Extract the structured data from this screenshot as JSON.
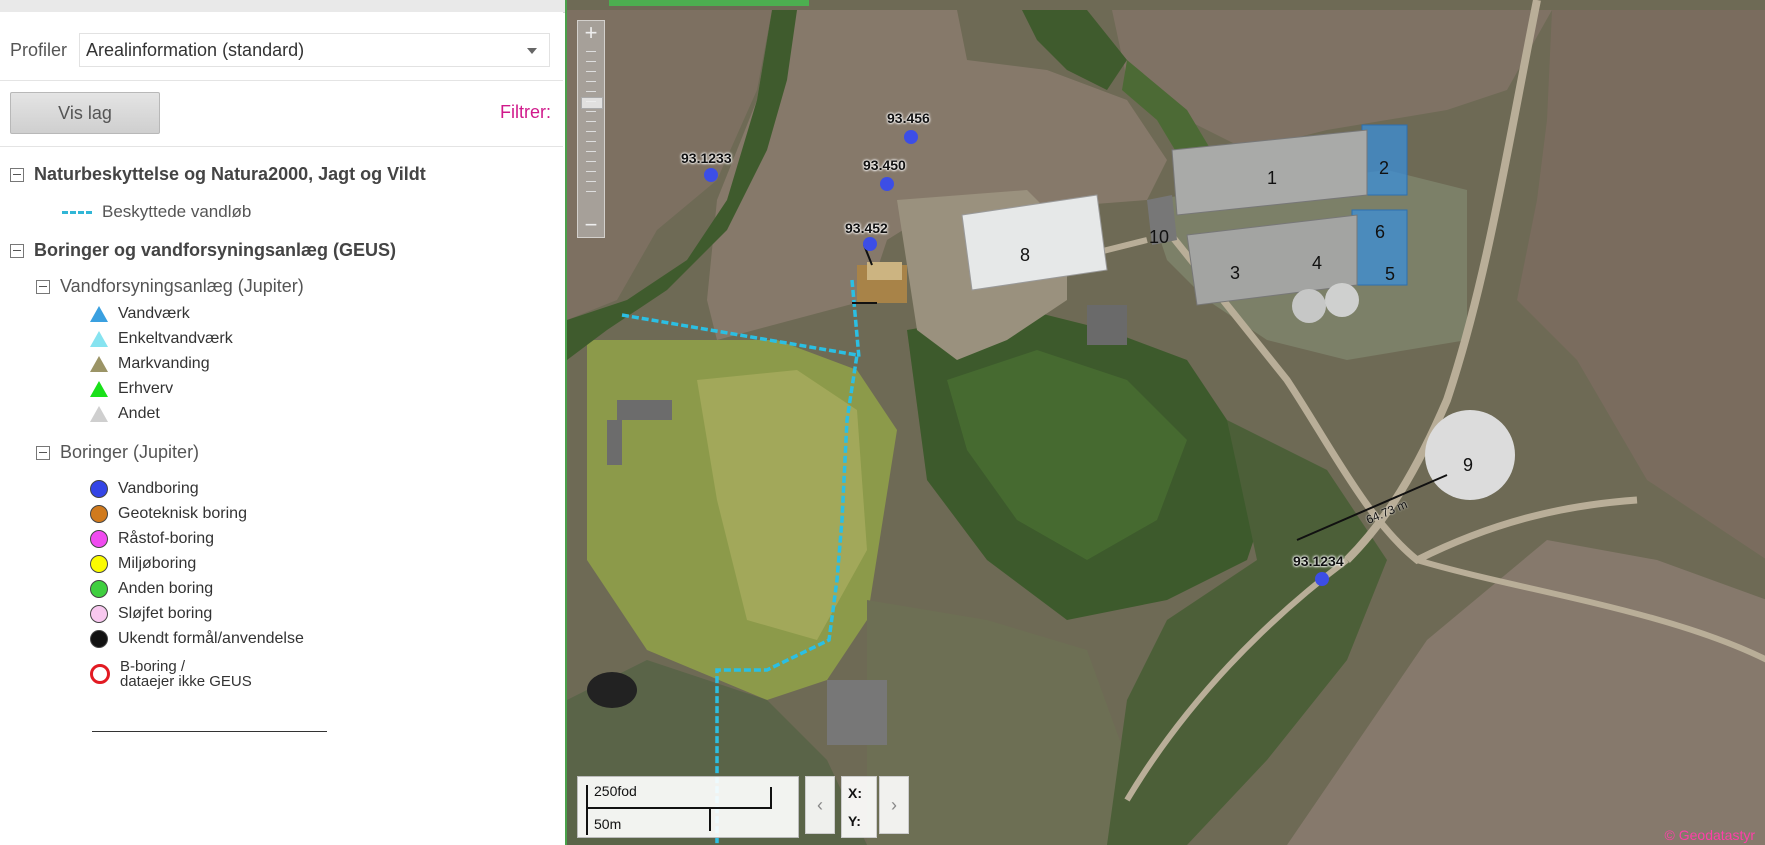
{
  "panel": {
    "profile_label": "Profiler",
    "profile_value": "Arealinformation (standard)",
    "vis_lag_label": "Vis lag",
    "filter_label": "Filtrer:",
    "groups": {
      "natur": {
        "title": "Naturbeskyttelse og Natura2000, Jagt og Vildt",
        "items": [
          "Beskyttede vandløb"
        ]
      },
      "boringer_geus": {
        "title": "Boringer og vandforsyningsanlæg (GEUS)",
        "vandforsyning": {
          "title": "Vandforsyningsanlæg (Jupiter)",
          "items": [
            {
              "label": "Vandværk",
              "color": "#3aa0e0"
            },
            {
              "label": "Enkeltvandværk",
              "color": "#86e3f0"
            },
            {
              "label": "Markvanding",
              "color": "#9b9466"
            },
            {
              "label": "Erhverv",
              "color": "#19e019"
            },
            {
              "label": "Andet",
              "color": "#cfcfcf"
            }
          ]
        },
        "boringer": {
          "title": "Boringer (Jupiter)",
          "items": [
            {
              "label": "Vandboring",
              "color": "#3445e6"
            },
            {
              "label": "Geoteknisk boring",
              "color": "#d07a1d"
            },
            {
              "label": "Råstof-boring",
              "color": "#f04bf0"
            },
            {
              "label": "Miljøboring",
              "color": "#fbfb00"
            },
            {
              "label": "Anden boring",
              "color": "#3fcf3f"
            },
            {
              "label": "Sløjfet boring",
              "color": "#f8c8ef"
            },
            {
              "label": "Ukendt formål/anvendelse",
              "color": "#111111"
            }
          ],
          "b_boring_line1": "B-boring /",
          "b_boring_line2": "dataejer ikke GEUS",
          "b_boring_color": "#e21b23"
        }
      }
    }
  },
  "map": {
    "zoom_in": "+",
    "zoom_out": "−",
    "wells": {
      "w1233": "93.1233",
      "w456": "93.456",
      "w450": "93.450",
      "w452": "93.452",
      "w1234": "93.1234"
    },
    "buildings": [
      "1",
      "2",
      "3",
      "4",
      "5",
      "6",
      "8",
      "9",
      "10"
    ],
    "measure_label": "64.73 m",
    "scale_top": "250fod",
    "scale_bottom": "50m",
    "nav_prev": "‹",
    "nav_next": "›",
    "coord_x": "X:",
    "coord_y": "Y:",
    "copyright": "© Geodatastyr",
    "colors": {
      "stream": "#2bbfe3",
      "well": "#3c4ee6",
      "highlight": "#3b8fd8"
    }
  }
}
